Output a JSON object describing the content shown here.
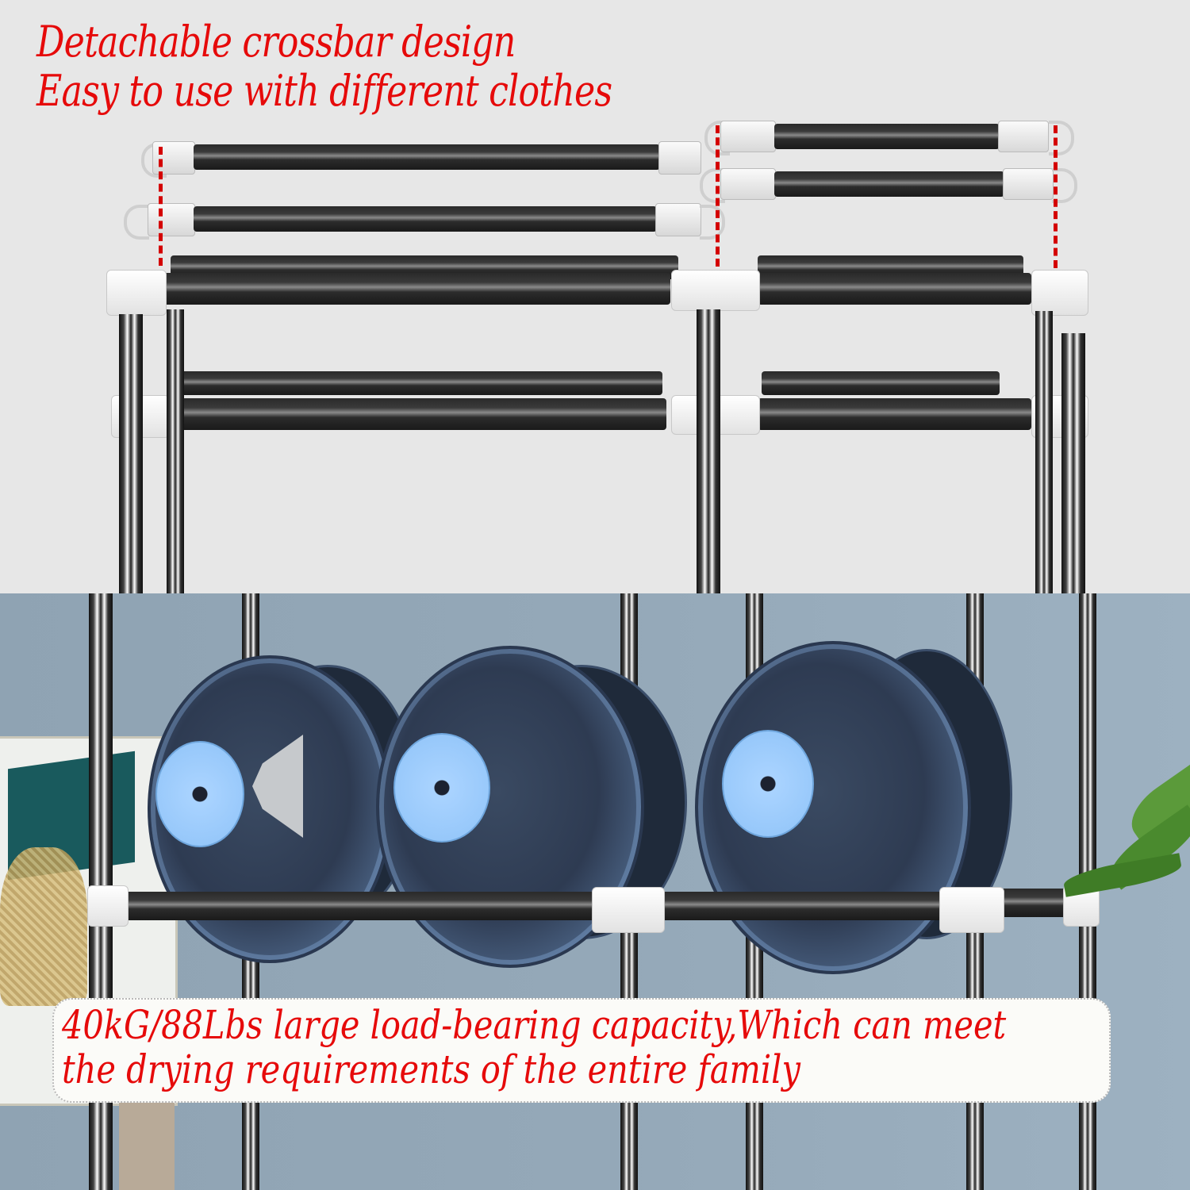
{
  "headline": {
    "line1": "Detachable crossbar design",
    "line2": "Easy to use with different clothes",
    "color": "#e60a0a"
  },
  "caption": {
    "line1": "40kG/88Lbs large load-bearing capacity,Which can meet",
    "line2": "the drying requirements of the entire family",
    "color": "#e60a0a",
    "background": "#fbfbf8"
  },
  "scene": {
    "top_panel": {
      "description": "Exploded view of clothes rack with detachable hooked crossbars",
      "background": "#e7e7e7",
      "indicator_color": "#d40000"
    },
    "bottom_panel": {
      "description": "Rack shelf holding three 5-gallon water bottles",
      "background": "#94a8b8",
      "bottle_count": 3,
      "bottle_cap_color": "#a9d3ff"
    }
  }
}
